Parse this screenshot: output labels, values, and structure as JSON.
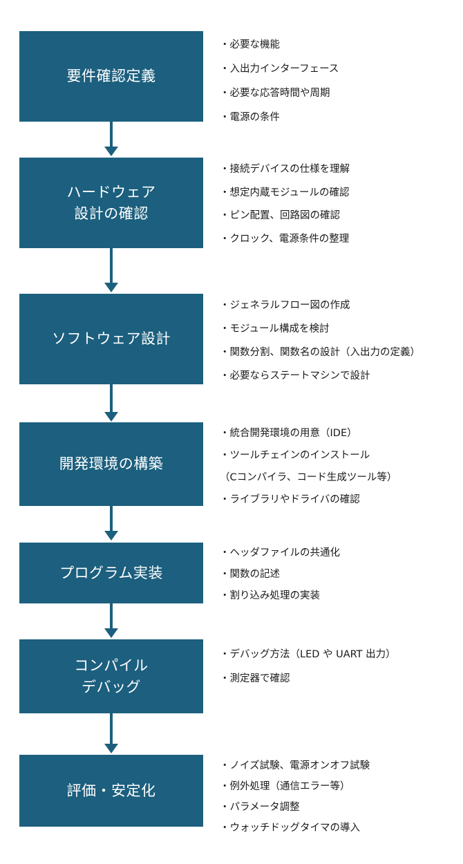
{
  "colors": {
    "box_fill": "#1c5f7e",
    "box_text": "#ffffff",
    "arrow": "#1c5f7e",
    "note_text": "#1a1a1a"
  },
  "steps": [
    {
      "title_lines": [
        "要件確認定義"
      ],
      "notes": [
        "・必要な機能",
        "・入出力インターフェース",
        "・必要な応答時間や周期",
        "・電源の条件"
      ]
    },
    {
      "title_lines": [
        "ハードウェア",
        "設計の確認"
      ],
      "notes": [
        "・接続デバイスの仕様を理解",
        "・想定内蔵モジュールの確認",
        "・ピン配置、回路図の確認",
        "・クロック、電源条件の整理"
      ]
    },
    {
      "title_lines": [
        "ソフトウェア設計"
      ],
      "notes": [
        "・ジェネラルフロー図の作成",
        "・モジュール構成を検討",
        "・関数分割、関数名の設計（入出力の定義）",
        "・必要ならステートマシンで設計"
      ]
    },
    {
      "title_lines": [
        "開発環境の構築"
      ],
      "notes": [
        "・統合開発環境の用意（IDE）",
        "・ツールチェインのインストール",
        "（Cコンパイラ、コード生成ツール等）",
        "・ライブラリやドライバの確認"
      ]
    },
    {
      "title_lines": [
        "プログラム実装"
      ],
      "notes": [
        "・ヘッダファイルの共通化",
        "・関数の記述",
        "・割り込み処理の実装"
      ]
    },
    {
      "title_lines": [
        "コンパイル",
        "デバッグ"
      ],
      "notes": [
        "・デバッグ方法（LED や UART 出力）",
        "・測定器で確認"
      ]
    },
    {
      "title_lines": [
        "評価・安定化"
      ],
      "notes": [
        "・ノイズ試験、電源オンオフ試験",
        "・例外処理（通信エラー等）",
        "・パラメータ調整",
        "・ウォッチドッグタイマの導入"
      ]
    }
  ]
}
